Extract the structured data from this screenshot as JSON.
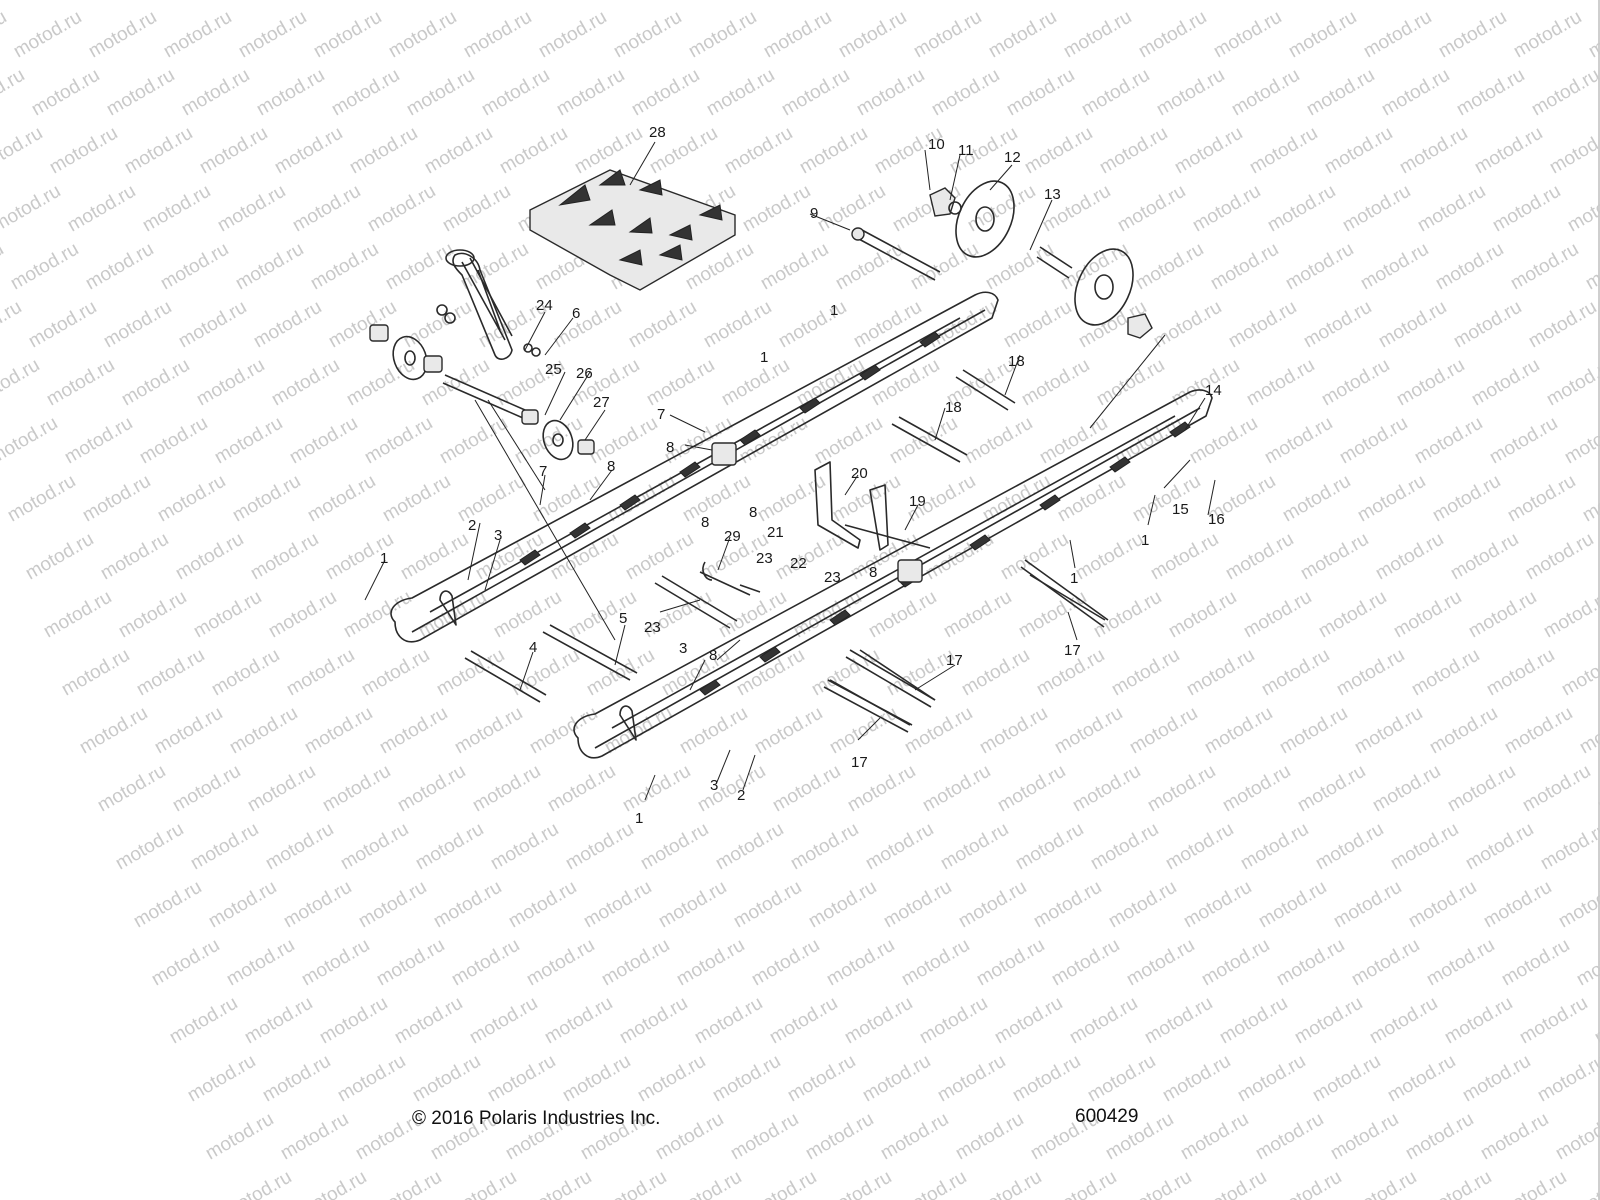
{
  "watermark": {
    "text": "motod.ru"
  },
  "footer": {
    "copyright": "© 2016 Polaris Industries Inc.",
    "figure_number": "600429"
  },
  "colors": {
    "line": "#2a2a2a",
    "watermark": "#c9c9c9",
    "background": "#ffffff"
  },
  "callouts": [
    "1",
    "2",
    "3",
    "4",
    "5",
    "6",
    "7",
    "8",
    "9",
    "10",
    "11",
    "12",
    "13",
    "14",
    "15",
    "16",
    "17",
    "18",
    "19",
    "20",
    "21",
    "22",
    "23",
    "24",
    "25",
    "26",
    "27",
    "28",
    "29"
  ]
}
